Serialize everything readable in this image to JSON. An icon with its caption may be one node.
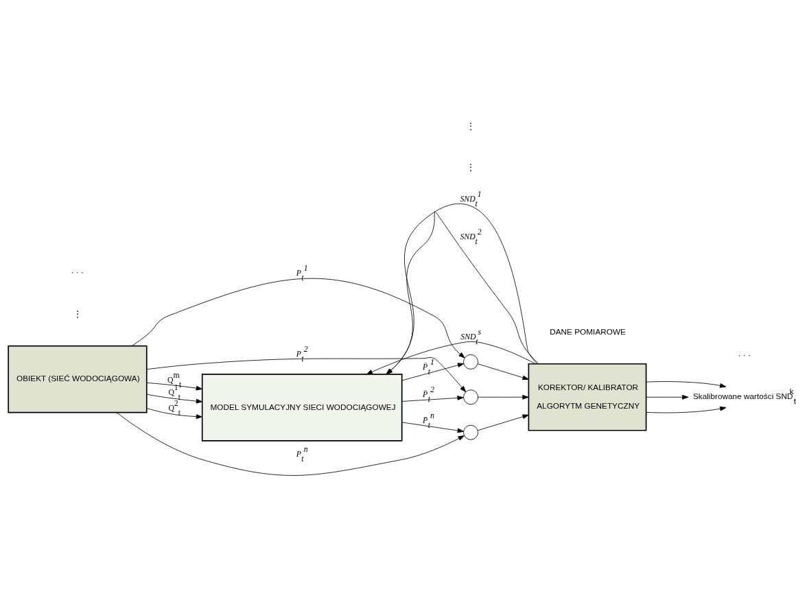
{
  "diagram": {
    "nodes": [
      {
        "text": [
          "OBIEKT (SIEĆ WODOCIĄGOWA)"
        ]
      },
      {
        "text": [
          "MODEL SYMULACYJNY SIECI WODOCIĄGOWEJ"
        ]
      },
      {
        "text": [
          "KOREKTOR/ KALIBRATOR",
          "ALGORYTM GENETYCZNY"
        ]
      },
      {
        "text": [],
        "shape": "circle"
      },
      {
        "text": [],
        "shape": "circle"
      },
      {
        "text": [],
        "shape": "circle"
      },
      {
        "text": [
          "Skalibrowane wartości SND$^{k}$$_{t}$"
        ]
      }
    ],
    "edges": [
      {
        "from": 0,
        "to": 1,
        "arrow": "to",
        "label": "Q$^{1}$$_{t}$"
      },
      {
        "from": 0,
        "to": 1,
        "arrow": "to",
        "label": "Q$^{2}$$_{t}$"
      },
      {
        "from": 0,
        "to": 1,
        "arrow": "to",
        "label": "Q$^{m}$$_{t}$"
      },
      {
        "from": 0,
        "to": 3,
        "arrow": "to",
        "label": "P$_{t}$$^{1}$"
      },
      {
        "from": 0,
        "to": 4,
        "arrow": "to",
        "label": "P$_{t}$$^{2}$"
      },
      {
        "from": 0,
        "to": 5,
        "arrow": "to",
        "label": "P$_{t}$$^{n}$"
      },
      {
        "from": 1,
        "to": 3,
        "arrow": "to",
        "label": "P̄$_{t}$$^{1}$"
      },
      {
        "from": 1,
        "to": 4,
        "arrow": "to",
        "label": "P̄$_{t}$$^{2}$"
      },
      {
        "from": 1,
        "to": 5,
        "arrow": "to",
        "label": "P̄$_{t}$$^{n}$"
      },
      {
        "from": 3,
        "to": 2,
        "arrow": "to"
      },
      {
        "from": 4,
        "to": 2,
        "arrow": "to"
      },
      {
        "from": 5,
        "to": 2,
        "arrow": "to"
      },
      {
        "from": 2,
        "to": 1,
        "arrow": "to",
        "label": "SND$_{t}$$^{1}$"
      },
      {
        "from": 2,
        "to": 1,
        "arrow": "to",
        "label": "SND$_{t}$$^{2}$"
      },
      {
        "from": 2,
        "to": 1,
        "arrow": "to",
        "label": "SND$_{t}$$^{s}$"
      },
      {
        "from": 2,
        "to": 6,
        "arrow": "to"
      },
      {
        "from": 2,
        "to": 6,
        "arrow": "to"
      },
      {
        "from": 2,
        "to": 6,
        "arrow": "to"
      }
    ],
    "labels": [
      "⋮",
      "· · ·",
      "DANE POMIAROWE",
      "⋮",
      "⋮",
      "· · ·"
    ]
  }
}
